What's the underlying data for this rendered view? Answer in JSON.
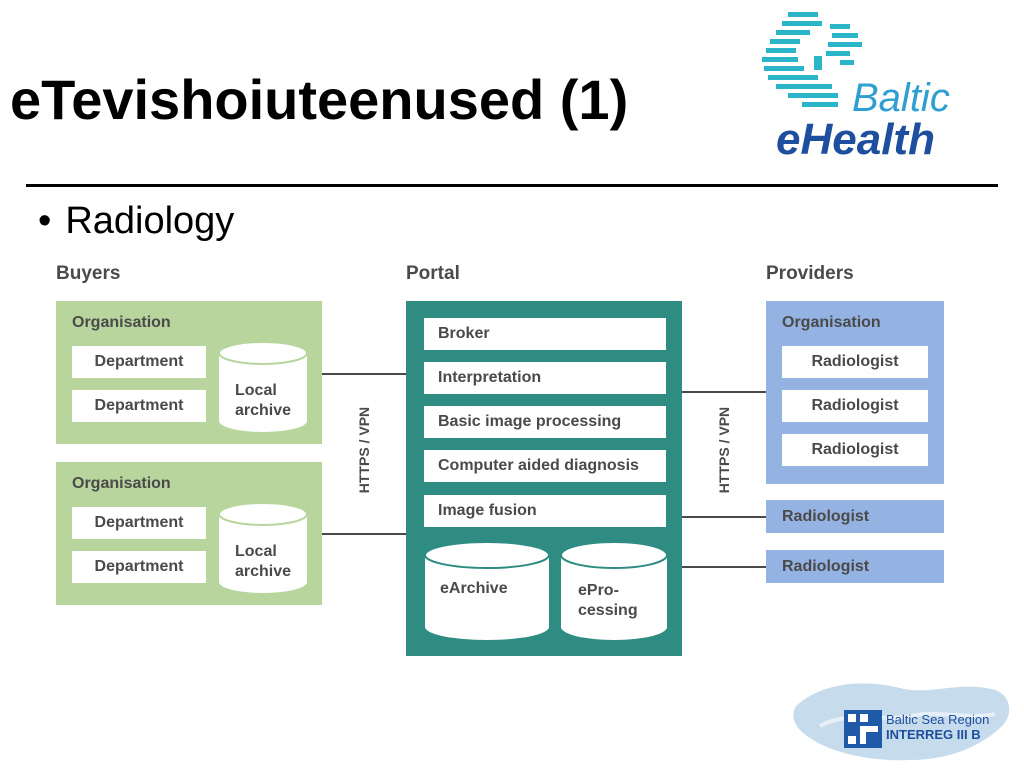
{
  "slide": {
    "title": "eTevishoiuteenused (1)",
    "bullet": "Radiology"
  },
  "logo": {
    "line1": "Baltic",
    "line2": "eHealth"
  },
  "footer_logo": {
    "line1": "Baltic Sea Region",
    "line2": "INTERREG III B"
  },
  "diagram": {
    "buyers": {
      "heading": "Buyers",
      "organisations": [
        {
          "label": "Organisation",
          "departments": [
            "Department",
            "Department"
          ],
          "archive": [
            "Local",
            "archive"
          ]
        },
        {
          "label": "Organisation",
          "departments": [
            "Department",
            "Department"
          ],
          "archive": [
            "Local",
            "archive"
          ]
        }
      ]
    },
    "connection_left": "HTTPS / VPN",
    "portal": {
      "heading": "Portal",
      "services": [
        "Broker",
        "Interpretation",
        "Basic image processing",
        "Computer aided diagnosis",
        "Image fusion"
      ],
      "storage": [
        {
          "lines": [
            "eArchive",
            ""
          ]
        },
        {
          "lines": [
            "ePro-",
            "cessing"
          ]
        }
      ]
    },
    "connection_right": "HTTPS / VPN",
    "providers": {
      "heading": "Providers",
      "organisation": {
        "label": "Organisation",
        "radiologists": [
          "Radiologist",
          "Radiologist",
          "Radiologist"
        ]
      },
      "independent": [
        "Radiologist",
        "Radiologist"
      ]
    }
  },
  "colors": {
    "buyers_fill": "#b7d59c",
    "portal_fill": "#2f8c82",
    "providers_fill": "#94b3e2",
    "text": "#4a4a4a"
  }
}
